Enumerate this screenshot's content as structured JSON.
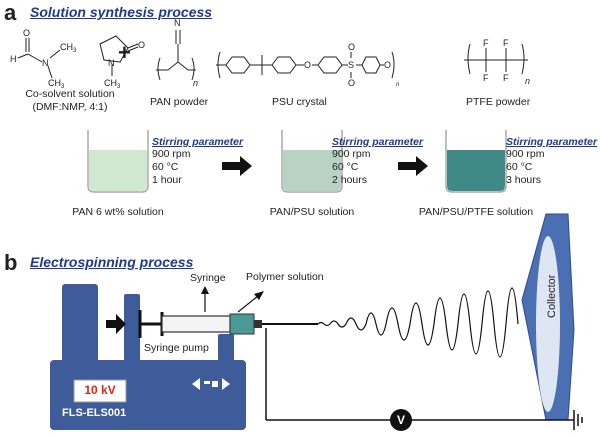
{
  "panel_a": {
    "letter": "a",
    "title": "Solution synthesis process",
    "cosolvent_label_1": "Co-solvent solution",
    "cosolvent_label_2": "(DMF:NMP, 4:1)",
    "pan_powder": "PAN powder",
    "psu_crystal": "PSU crystal",
    "ptfe_powder": "PTFE powder",
    "plus": "+",
    "steps": [
      {
        "param_title": "Stirring parameter",
        "rpm": "900 rpm",
        "temp": "60 °C",
        "time": "1 hour",
        "caption": "PAN 6 wt% solution",
        "color": "#cfe8cf"
      },
      {
        "param_title": "Stirring parameter",
        "rpm": "900 rpm",
        "temp": "60 °C",
        "time": "2 hours",
        "caption": "PAN/PSU solution",
        "color": "#b9d3c3"
      },
      {
        "param_title": "Stirring parameter",
        "rpm": "900 rpm",
        "temp": "60 °C",
        "time": "3 hours",
        "caption": "PAN/PSU/PTFE solution",
        "color": "#3f8a86"
      }
    ]
  },
  "panel_b": {
    "letter": "b",
    "title": "Electrospinning process",
    "syringe": "Syringe",
    "polymer_solution": "Polymer solution",
    "syringe_pump": "Syringe pump",
    "voltage": "10 kV",
    "device": "FLS-ELS001",
    "collector": "Collector",
    "voltmeter": "V",
    "pump_color": "#3e5c99",
    "needle_color": "#4b9a96",
    "voltage_color": "#d9261c"
  }
}
